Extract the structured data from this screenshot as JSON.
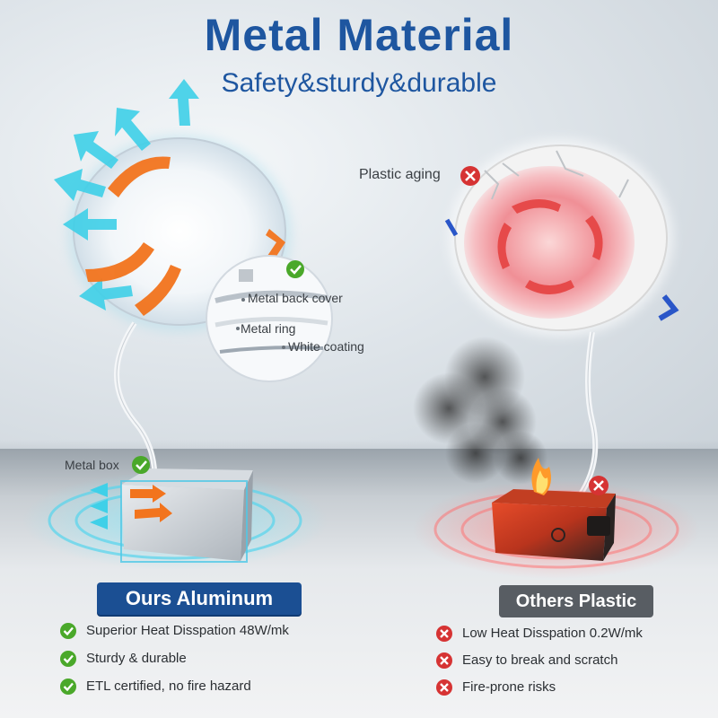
{
  "header": {
    "title": "Metal Material",
    "subtitle": "Safety&sturdy&durable"
  },
  "ours": {
    "label": "Ours  Aluminum",
    "callouts": {
      "back_cover": "Metal back cover",
      "ring": "Metal ring",
      "coating": "White coating",
      "box": "Metal box"
    },
    "features": [
      "Superior Heat Disspation 48W/mk",
      "Sturdy & durable",
      "ETL certified, no fire hazard"
    ]
  },
  "others": {
    "label": "Others  Plastic",
    "callouts": {
      "aging": "Plastic aging"
    },
    "features": [
      "Low Heat Disspation 0.2W/mk",
      "Easy to break and scratch",
      "Fire-prone risks"
    ]
  },
  "colors": {
    "title": "#1e56a0",
    "ours_panel": "#1b4f93",
    "others_panel": "#585d63",
    "check": "#4aa82a",
    "cross": "#d63333",
    "cool_arrow": "#3fd0e8",
    "hot_arrow": "#f2741d"
  }
}
